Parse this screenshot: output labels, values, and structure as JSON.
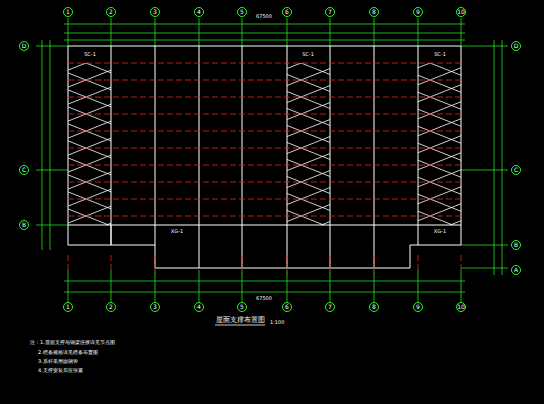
{
  "diagram": {
    "title": "屋面支撑布置图",
    "nodes": [
      {
        "text": [
          "1"
        ]
      },
      {
        "text": [
          "2"
        ]
      },
      {
        "text": [
          "3"
        ]
      },
      {
        "text": [
          "4"
        ]
      },
      {
        "text": [
          "5"
        ]
      },
      {
        "text": [
          "6"
        ]
      },
      {
        "text": [
          "7"
        ]
      },
      {
        "text": [
          "8"
        ]
      },
      {
        "text": [
          "9"
        ]
      },
      {
        "text": [
          "10"
        ]
      },
      {
        "text": [
          "1"
        ]
      },
      {
        "text": [
          "2"
        ]
      },
      {
        "text": [
          "3"
        ]
      },
      {
        "text": [
          "4"
        ]
      },
      {
        "text": [
          "5"
        ]
      },
      {
        "text": [
          "6"
        ]
      },
      {
        "text": [
          "7"
        ]
      },
      {
        "text": [
          "8"
        ]
      },
      {
        "text": [
          "9"
        ]
      },
      {
        "text": [
          "10"
        ]
      },
      {
        "text": [
          "D"
        ]
      },
      {
        "text": [
          "C"
        ]
      },
      {
        "text": [
          "B"
        ]
      },
      {
        "text": [
          "D"
        ]
      },
      {
        "text": [
          "C"
        ]
      },
      {
        "text": [
          "B"
        ]
      },
      {
        "text": [
          "A"
        ]
      }
    ],
    "labels": [
      "1:100",
      "注：1.屋面支撑与钢梁连接详见节点图",
      "2.檩条规格详见檩条布置图",
      "3.系杆采用圆钢管",
      "4.支撑安装后应张紧",
      "67500",
      "67500",
      "SC-1",
      "SC-1",
      "SC-1",
      "XG-1",
      "XG-1"
    ]
  }
}
